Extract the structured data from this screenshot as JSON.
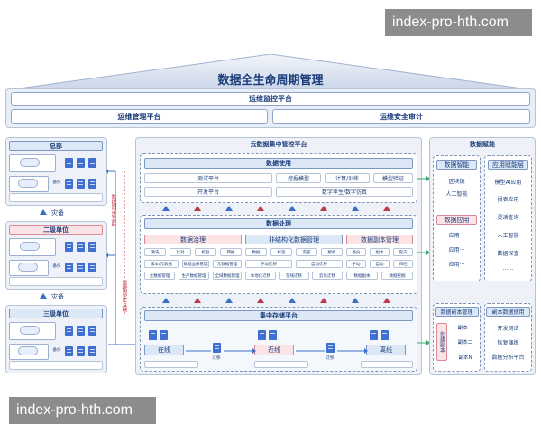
{
  "watermark": {
    "text": "index-pro-hth.com"
  },
  "title": "数据全生命周期管理",
  "ops": {
    "monitor": "运维监控平台",
    "manage": "运维管理平台",
    "audit": "运维安全审计"
  },
  "left": {
    "hq": "总部",
    "l2": "二级单位",
    "l3": "三级单位",
    "cloud": "云",
    "backup": "备份",
    "disaster": "灾备",
    "vtext1": "数据同步互联",
    "vtext2": "数据同步互联"
  },
  "cloud_platform": {
    "title": "云数据集中管控平台"
  },
  "data_use": {
    "title": "数据使用",
    "items": [
      "测试平台",
      "挖掘模型",
      "计算/训练",
      "模型验证",
      "开发平台",
      "数字孪生/数字仿真"
    ]
  },
  "data_process": {
    "title": "数据处理",
    "gov": "数据治理",
    "unstruct": "非结构化数据管理",
    "copy": "数据副本管理",
    "gov_items": [
      "清洗",
      "比对",
      "校验",
      "转换",
      "标准",
      "版本/元数据",
      "数据血缘管理",
      "元数据管理",
      "主数据管理",
      "生产数据管理",
      "全域数据管理"
    ],
    "unstruct_items": [
      "数据",
      "标签",
      "内容",
      "解析",
      "手动迁移",
      "自动迁移",
      "本地化迁移",
      "在线迁移",
      "云化迁移"
    ],
    "copy_items": [
      "备份",
      "副本",
      "容灾",
      "手动",
      "自动",
      "归档",
      "数据副本",
      "数据挖掘"
    ]
  },
  "storage": {
    "title": "集中存储平台",
    "online": "在线",
    "nearline": "近线",
    "offline": "离线",
    "migrate1": "迁移",
    "migrate2": "迁移"
  },
  "right": {
    "title": "数据赋能",
    "smart": "数据智能",
    "smart_items": [
      "区块链",
      "人工智能"
    ],
    "apps": "数据应用",
    "app_items": [
      "应用···",
      "应用···",
      "应用···"
    ],
    "layer": "应用赋能层",
    "layer_items": [
      "模型AI应用",
      "报表应用",
      "灵活查询",
      "人工智能",
      "数据探查",
      "······"
    ],
    "copy_mgmt": "数据副本管理",
    "create_copy": "创建副本",
    "copies": [
      "副本一",
      "副本二",
      "副本N"
    ],
    "copy_use": "副本数据使用",
    "copy_use_items": [
      "开发测试",
      "恢复演练",
      "数据分析平台"
    ]
  },
  "colors": {
    "accent": "#1c3d7a",
    "pink": "#fbe3e6",
    "blue": "#3a6fc6",
    "red": "#c0394b"
  }
}
